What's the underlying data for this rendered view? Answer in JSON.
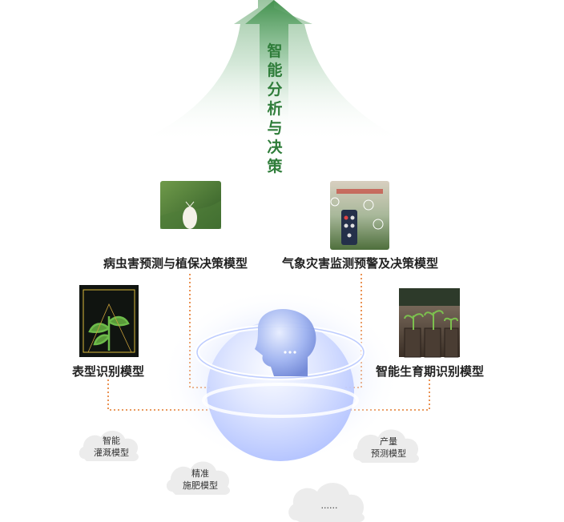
{
  "title": "智能分析与决策",
  "models": {
    "pest": "病虫害预测与植保决策模型",
    "weather": "气象灾害监测预警及决策模型",
    "phenotype": "表型识别模型",
    "growth": "智能生育期识别模型"
  },
  "clouds": {
    "irrigation": [
      "智能",
      "灌溉模型"
    ],
    "yield": [
      "产量",
      "预测模型"
    ],
    "fertilizer": [
      "精准",
      "施肥模型"
    ],
    "more": "......"
  },
  "colors": {
    "arrow_green": "#2f7d3a",
    "connector_orange": "#e4782a",
    "sphere_blue": "#9fb8ff"
  }
}
